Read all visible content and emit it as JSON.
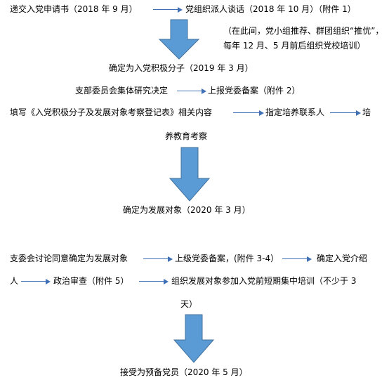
{
  "colors": {
    "arrow_fill": "#5b9bd5",
    "arrow_stroke": "#41719c",
    "connector": "#3f6fb5"
  },
  "icons": {
    "down_arrow": "down-arrow-icon",
    "right_arrow": "right-arrow-icon"
  },
  "steps": {
    "apply": "递交入党申请书（2018 年 9 月）",
    "talk": "党组织派人谈话（2018 年 10 月）（附件 1）",
    "note1": "（在此间，党小组推荐、群团组织“推优”，",
    "note2": "每年 12 月、5 月前后组织党校培训）",
    "activist": "确定为入党积极分子（2019 年 3 月）",
    "branch_decision": "支部委员会集体研究决定",
    "report_committee": "上报党委备案（附件 2）",
    "fill_form": "填写《入党积极分子及发展对象考察登记表》相关内容",
    "assign_contact": "指定培养联系人",
    "training_part1": "培",
    "training_part2": "养教育考察",
    "dev_target": "确定为发展对象（2020 年 3 月）",
    "committee_agree": "支委会讨论同意确定为发展对象",
    "upper_record": "上级党委备案，(附件 3-4）",
    "intro_part1": "确定入党介绍",
    "intro_part2": "人",
    "political_review": "政治审查（附件 5）",
    "short_training_part1": "组织发展对象参加入党前短期集中培训（不少于 3",
    "short_training_part2": "天）",
    "probationary": "接受为预备党员（2020 年 5 月）"
  }
}
